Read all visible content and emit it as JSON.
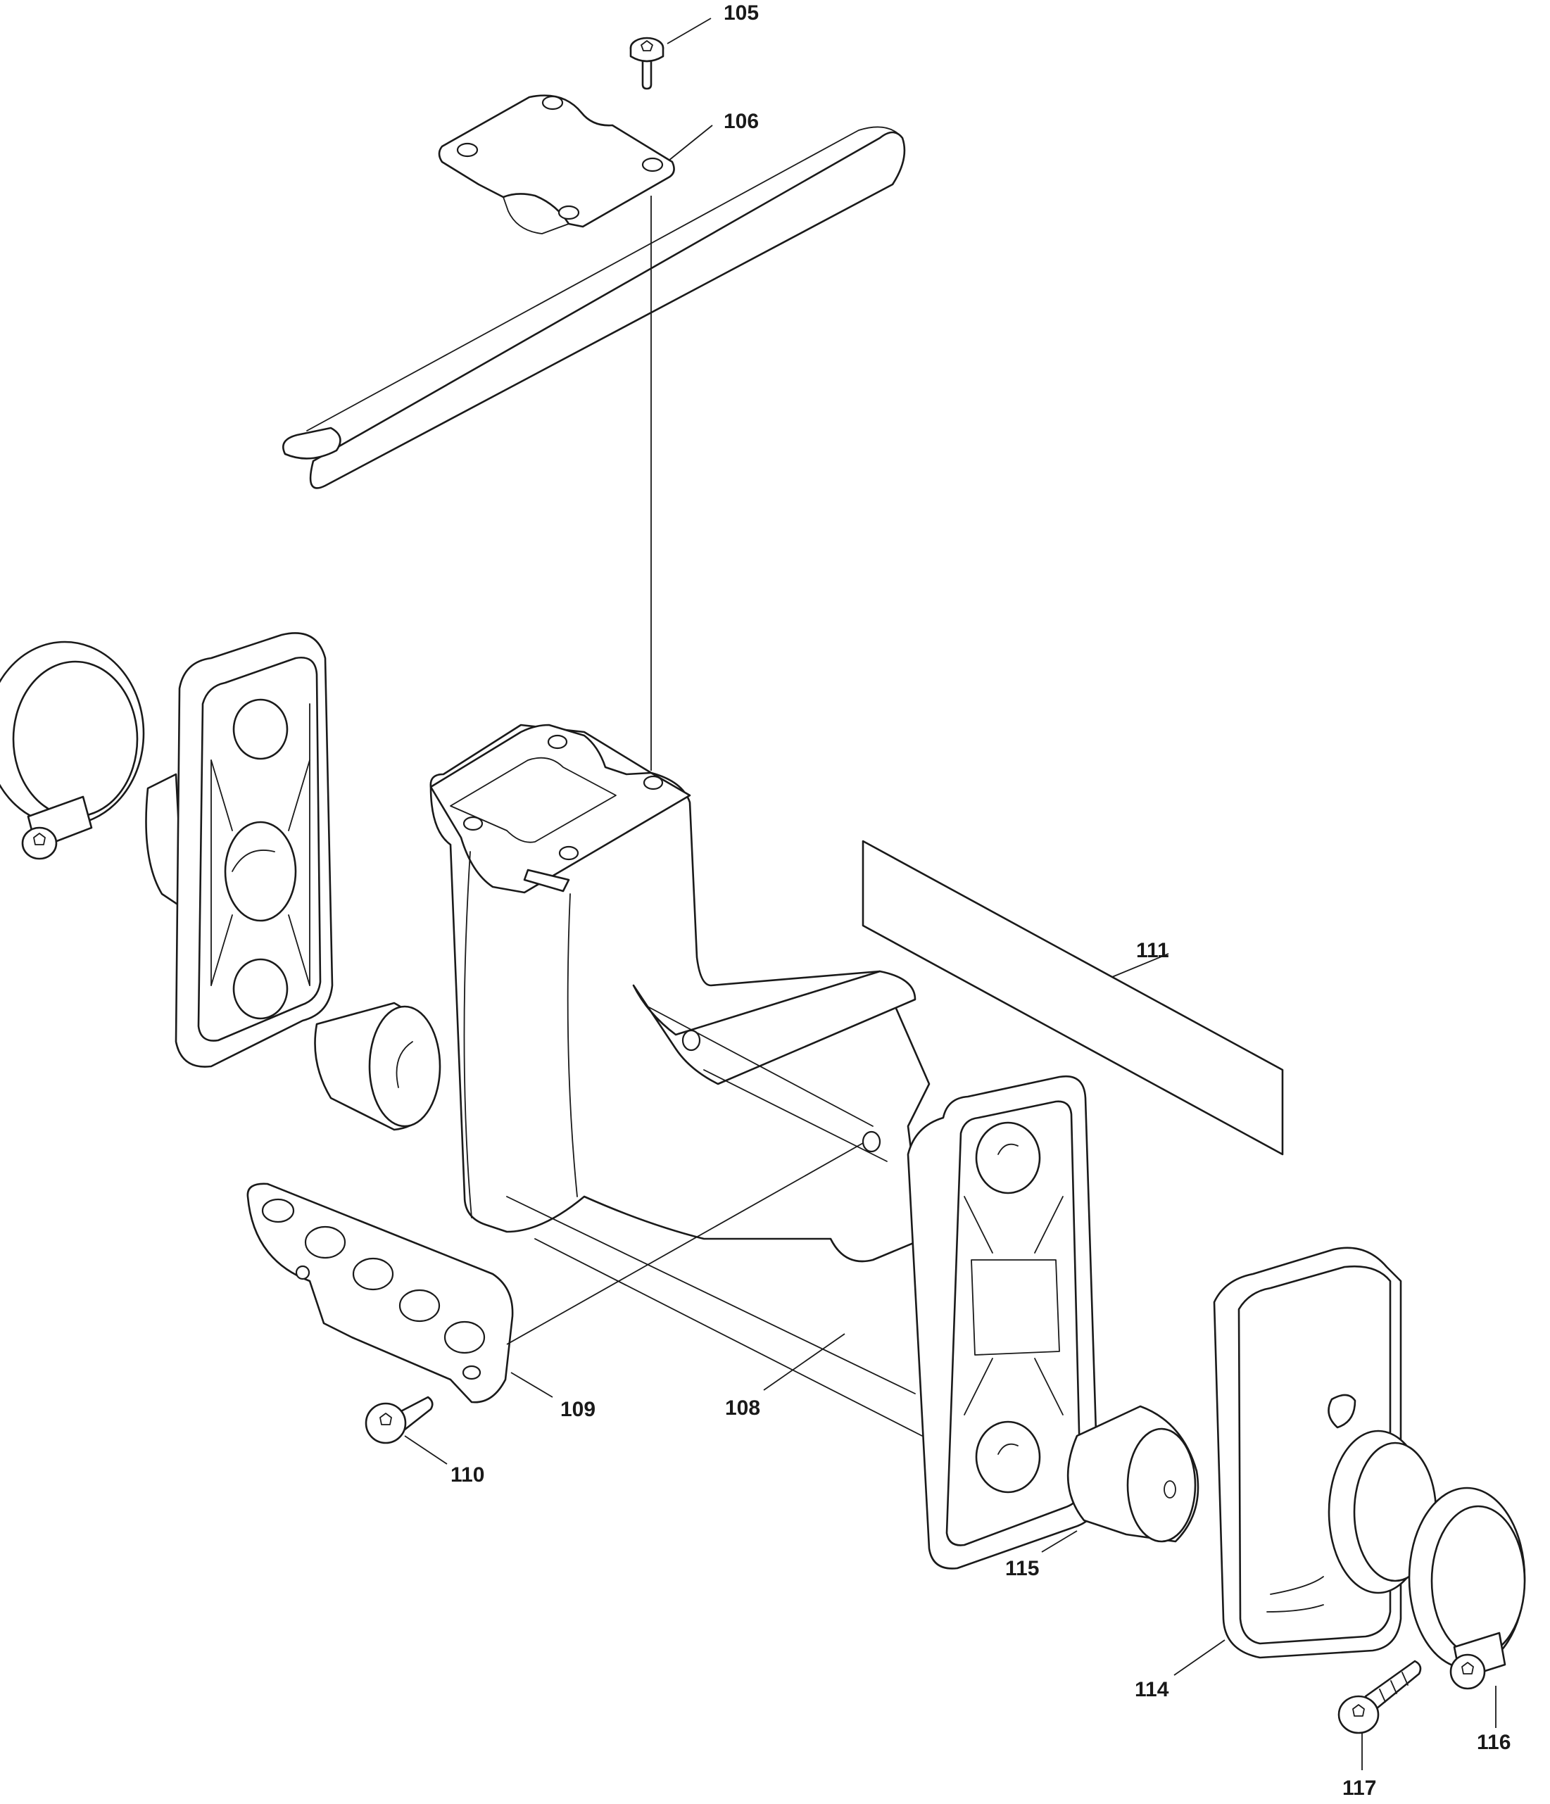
{
  "diagram": {
    "parts": [
      {
        "id": "p105",
        "label": "105",
        "name": "screw"
      },
      {
        "id": "p106",
        "label": "106",
        "name": "clamp"
      },
      {
        "id": "p108",
        "label": "108",
        "name": "handle-housing"
      },
      {
        "id": "p109",
        "label": "109",
        "name": "plate"
      },
      {
        "id": "p110",
        "label": "110",
        "name": "tapping-screw"
      },
      {
        "id": "p111",
        "label": "111",
        "name": "label"
      },
      {
        "id": "p114",
        "label": "114",
        "name": "cover"
      },
      {
        "id": "p115",
        "label": "115",
        "name": "damper"
      },
      {
        "id": "p116",
        "label": "116",
        "name": "pipe-clamp"
      },
      {
        "id": "p117",
        "label": "117",
        "name": "screw"
      }
    ]
  }
}
